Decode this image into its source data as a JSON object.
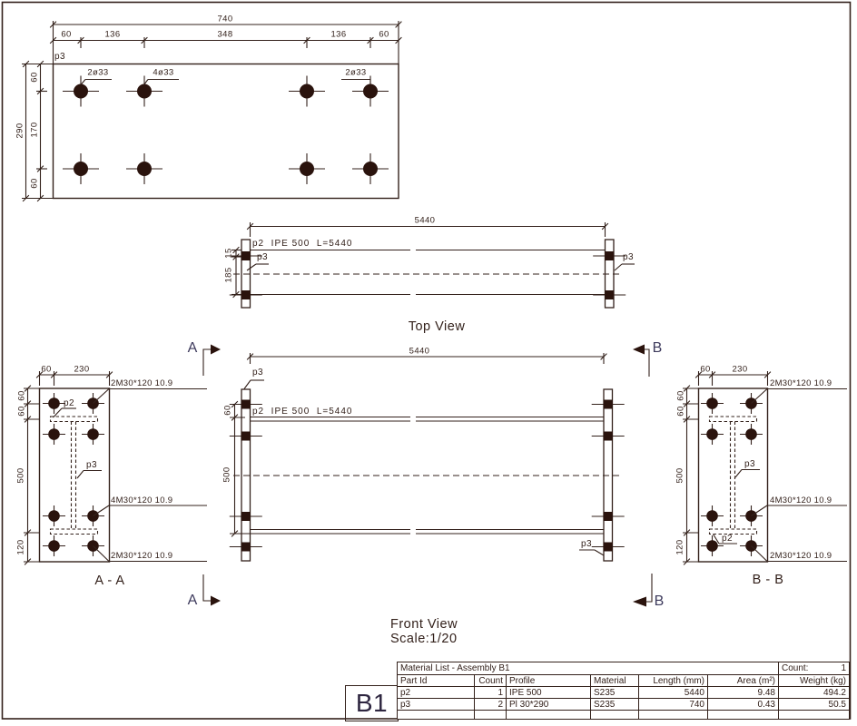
{
  "colors": {
    "line": "#33211b",
    "bolt_fill": "#2a130d",
    "marker": "#3d3a5c"
  },
  "plate_view": {
    "part_label": "p3",
    "dim_total": "740",
    "dims_top": [
      "60",
      "136",
      "348",
      "136",
      "60"
    ],
    "dims_left": [
      "60",
      "170",
      "60"
    ],
    "dim_left_total": "290",
    "hole_labels": [
      "2ø33",
      "4ø33",
      "2ø33"
    ]
  },
  "top_view": {
    "title": "Top View",
    "dim_length": "5440",
    "beam_label": "p2  IPE 500  L=5440",
    "plate_left": "p3",
    "plate_right": "p3",
    "dim_top": "15",
    "dim_bottom": "185"
  },
  "front_view": {
    "title": "Front View",
    "scale": "Scale:1/20",
    "dim_length": "5440",
    "beam_label": "p2  IPE 500  L=5440",
    "plate_top": "p3",
    "plate_bottom": "p3",
    "dim_flange": "60",
    "dim_depth": "500",
    "marker_a": "A",
    "marker_b": "B"
  },
  "section_a": {
    "title": "A - A",
    "dims_top": [
      "60",
      "230"
    ],
    "dims_left": [
      "60",
      "60",
      "500",
      "120"
    ],
    "bolts_top": "2M30*120 10.9",
    "bolts_mid": "4M30*120 10.9",
    "bolts_bottom": "2M30*120 10.9",
    "label_p2": "p2",
    "label_p3": "p3"
  },
  "section_b": {
    "title": "B - B",
    "dims_top": [
      "60",
      "230"
    ],
    "dims_left": [
      "60",
      "60",
      "500",
      "120"
    ],
    "bolts_top": "2M30*120 10.9",
    "bolts_mid": "4M30*120 10.9",
    "bolts_bottom": "2M30*120 10.9",
    "label_p2": "p2",
    "label_p3": "p3"
  },
  "title_block": {
    "assembly_mark": "B1",
    "table": {
      "title": "Material List - Assembly B1",
      "count_label": "Count:",
      "count_value": "1",
      "columns": [
        "Part Id",
        "Count",
        "Profile",
        "Material",
        "Length (mm)",
        "Area (m²)",
        "Weight (kg)"
      ],
      "rows": [
        {
          "part_id": "p2",
          "count": "1",
          "profile": "IPE 500",
          "material": "S235",
          "length": "5440",
          "area": "9.48",
          "weight": "494.2"
        },
        {
          "part_id": "p3",
          "count": "2",
          "profile": "Pl 30*290",
          "material": "S235",
          "length": "740",
          "area": "0.43",
          "weight": "50.5"
        }
      ]
    }
  }
}
